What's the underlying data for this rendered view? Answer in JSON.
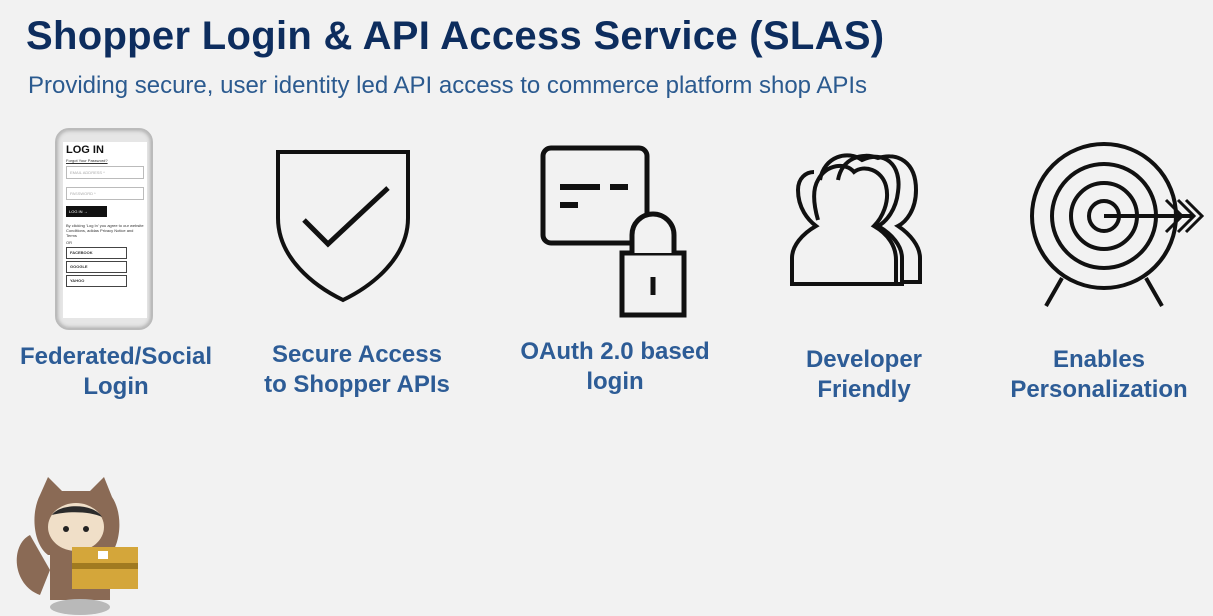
{
  "slide": {
    "title": "Shopper Login & API Access Service (SLAS)",
    "subtitle": "Providing secure, user identity led API access to commerce platform shop APIs"
  },
  "phone": {
    "heading": "LOG IN",
    "forgot": "Forgot Your Password?",
    "email_placeholder": "EMAIL ADDRESS *",
    "password_placeholder": "PASSWORD *",
    "login_button": "LOG IN →",
    "terms": "By clicking 'Log In' you agree to our website Conditions, adidas Privacy Notice and Terms",
    "or": "OR",
    "social": [
      "FACEBOOK",
      "GOOGLE",
      "YAHOO"
    ]
  },
  "features": [
    {
      "line1": "Federated/Social",
      "line2": "Login",
      "icon": "phone-login"
    },
    {
      "line1": "Secure Access",
      "line2": "to Shopper APIs",
      "icon": "shield-check-icon"
    },
    {
      "line1": "OAuth 2.0 based",
      "line2": "login",
      "icon": "card-lock-icon"
    },
    {
      "line1": "Developer",
      "line2": "Friendly",
      "icon": "users-icon"
    },
    {
      "line1": "Enables",
      "line2": "Personalization",
      "icon": "target-icon"
    }
  ],
  "colors": {
    "title": "#0d2d5e",
    "label": "#2d5c96",
    "background": "#f2f2f2"
  }
}
